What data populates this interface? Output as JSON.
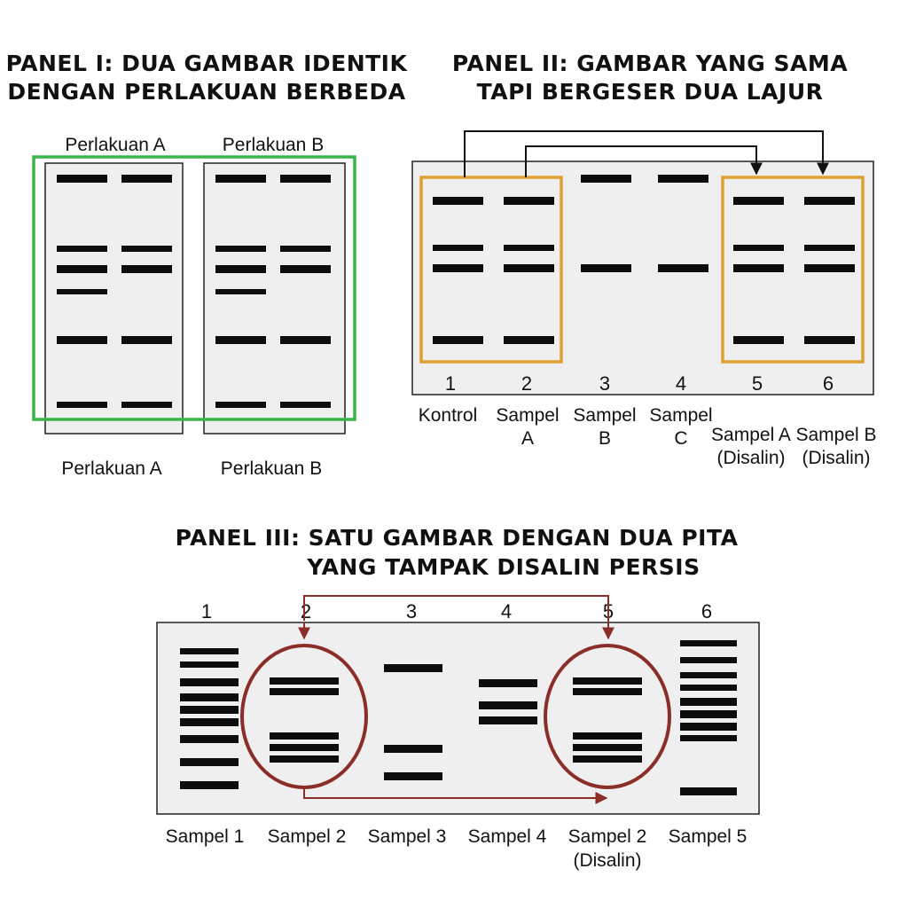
{
  "colors": {
    "panel1_box": "#3ab54a",
    "panel2_box": "#e0a030",
    "panel3_mark": "#8b2e2a",
    "gel": "#efefef",
    "band": "#0d0d0d"
  },
  "panel1": {
    "title_line1": "PANEL I: DUA GAMBAR IDENTIK",
    "title_line2": "DENGAN PERLAKUAN BERBEDA",
    "top_labels": [
      "Perlakuan A",
      "Perlakuan B"
    ],
    "bottom_labels": [
      "Perlakuan A",
      "Perlakuan B"
    ]
  },
  "panel2": {
    "title_line1": "PANEL II: GAMBAR YANG SAMA",
    "title_line2": "TAPI BERGESER DUA LAJUR",
    "lane_numbers": [
      "1",
      "2",
      "3",
      "4",
      "5",
      "6"
    ],
    "lane_labels": [
      [
        "Kontrol"
      ],
      [
        "Sampel",
        "A"
      ],
      [
        "Sampel",
        "B"
      ],
      [
        "Sampel",
        "C"
      ],
      [
        "Sampel A",
        "(Disalin)"
      ],
      [
        "Sampel B",
        "(Disalin)"
      ]
    ]
  },
  "panel3": {
    "title_line1": "PANEL III: SATU GAMBAR DENGAN DUA PITA",
    "title_line2": "YANG TAMPAK DISALIN PERSIS",
    "lane_numbers": [
      "1",
      "2",
      "3",
      "4",
      "5",
      "6"
    ],
    "lane_labels": [
      [
        "Sampel 1"
      ],
      [
        "Sampel 2"
      ],
      [
        "Sampel 3"
      ],
      [
        "Sampel 4"
      ],
      [
        "Sampel 2",
        "(Disalin)"
      ],
      [
        "Sampel 5"
      ]
    ]
  }
}
